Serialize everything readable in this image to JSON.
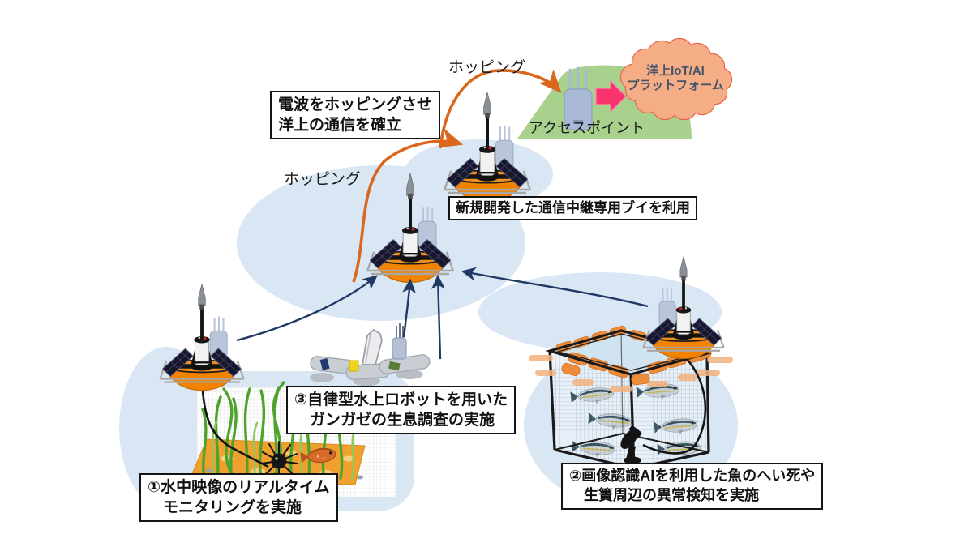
{
  "diagram": {
    "labels": {
      "hopping_top": "ホッピング",
      "hopping_mid": "ホッピング",
      "access_point": "アクセスポイント"
    },
    "cloud": {
      "line1": "洋上IoT/AI",
      "line2": "プラットフォーム"
    },
    "callouts": {
      "establish_link": {
        "line1": "電波をホッピングさせ",
        "line2": "洋上の通信を確立"
      },
      "relay_buoy": {
        "line1": "新規開発した通信中継専用ブイを利用"
      },
      "step1": {
        "line1": "①水中映像のリアルタイム",
        "line2": "モニタリングを実施"
      },
      "step2": {
        "line1": "②画像認識AIを利用した魚のへい死や",
        "line2": "生簀周辺の異常検知を実施"
      },
      "step3": {
        "line1": "③自律型水上ロボットを用いた",
        "line2": "ガンガゼの生息調査の実施"
      }
    },
    "icons": [
      "relay-buoy",
      "access-point-router",
      "offshore-cloud",
      "water-robot",
      "fish-cage",
      "sea-urchin",
      "underwater-camera",
      "hopping-arrow",
      "uplink-arrow",
      "platform-arrow"
    ],
    "colors": {
      "sea_blob": "#D9E6F4",
      "buoy_hull": "#F28300",
      "hopping_arrow": "#D9671E",
      "uplink_arrow": "#1F3864",
      "mound_green": "#A9D18E",
      "cloud_fill": "#F5AD85",
      "cloud_border": "#E8654A",
      "platform_arrow_pink": "#F8336E",
      "float_orange": "#ED8C3A",
      "seaweed_green": "#4EA32C",
      "box_border": "#141414"
    }
  }
}
